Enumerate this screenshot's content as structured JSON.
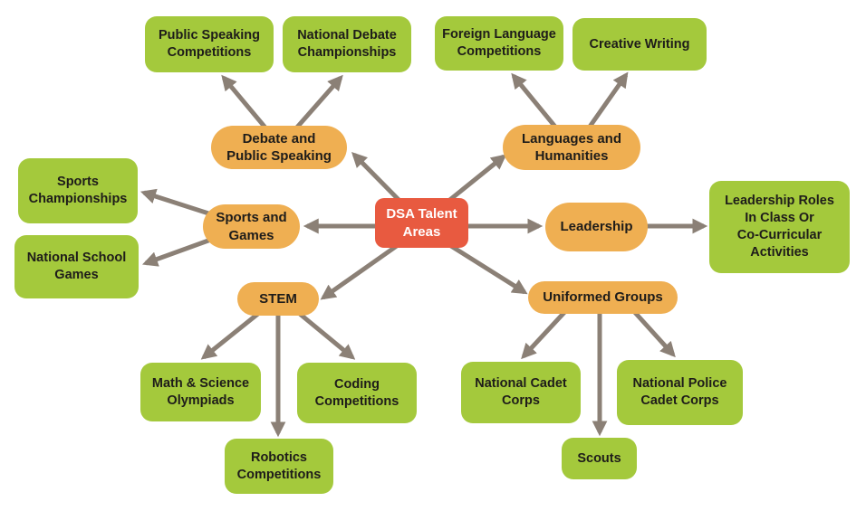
{
  "diagram": {
    "type": "mindmap",
    "background": "#FFFFFF",
    "colors": {
      "center_node": "#E85A40",
      "branch_node": "#EFAF52",
      "leaf_node": "#A4C93C",
      "connector": "#8B8076",
      "text_dark": "#1E1C1A",
      "text_light": "#FFFFFF"
    }
  },
  "nodes": {
    "center": {
      "label": "DSA Talent\nAreas",
      "type": "center"
    },
    "debate": {
      "label": "Debate and\nPublic Speaking",
      "type": "branch"
    },
    "languages": {
      "label": "Languages and\nHumanities",
      "type": "branch"
    },
    "sports": {
      "label": "Sports and\nGames",
      "type": "branch"
    },
    "leadership": {
      "label": "Leadership",
      "type": "branch"
    },
    "stem": {
      "label": "STEM",
      "type": "branch"
    },
    "uniformed": {
      "label": "Uniformed Groups",
      "type": "branch"
    },
    "public_speaking": {
      "label": "Public Speaking\nCompetitions",
      "type": "leaf"
    },
    "national_debate": {
      "label": "National Debate\nChampionships",
      "type": "leaf"
    },
    "foreign_language": {
      "label": "Foreign Language\nCompetitions",
      "type": "leaf"
    },
    "creative_writing": {
      "label": "Creative Writing",
      "type": "leaf"
    },
    "sports_championships": {
      "label": "Sports\nChampionships",
      "type": "leaf"
    },
    "national_school_games": {
      "label": "National School\nGames",
      "type": "leaf"
    },
    "leadership_roles": {
      "label": "Leadership Roles\nIn Class Or\nCo-Curricular\nActivities",
      "type": "leaf"
    },
    "math_science": {
      "label": "Math & Science\nOlympiads",
      "type": "leaf"
    },
    "coding": {
      "label": "Coding\nCompetitions",
      "type": "leaf"
    },
    "robotics": {
      "label": "Robotics\nCompetitions",
      "type": "leaf"
    },
    "national_cadet": {
      "label": "National Cadet\nCorps",
      "type": "leaf"
    },
    "national_police": {
      "label": "National Police\nCadet Corps",
      "type": "leaf"
    },
    "scouts": {
      "label": "Scouts",
      "type": "leaf"
    }
  },
  "edges": [
    {
      "from": "center",
      "to": "debate"
    },
    {
      "from": "center",
      "to": "languages"
    },
    {
      "from": "center",
      "to": "sports"
    },
    {
      "from": "center",
      "to": "leadership"
    },
    {
      "from": "center",
      "to": "stem"
    },
    {
      "from": "center",
      "to": "uniformed"
    },
    {
      "from": "debate",
      "to": "public_speaking"
    },
    {
      "from": "debate",
      "to": "national_debate"
    },
    {
      "from": "languages",
      "to": "foreign_language"
    },
    {
      "from": "languages",
      "to": "creative_writing"
    },
    {
      "from": "sports",
      "to": "sports_championships"
    },
    {
      "from": "sports",
      "to": "national_school_games"
    },
    {
      "from": "leadership",
      "to": "leadership_roles"
    },
    {
      "from": "stem",
      "to": "math_science"
    },
    {
      "from": "stem",
      "to": "robotics"
    },
    {
      "from": "stem",
      "to": "coding"
    },
    {
      "from": "uniformed",
      "to": "national_cadet"
    },
    {
      "from": "uniformed",
      "to": "scouts"
    },
    {
      "from": "uniformed",
      "to": "national_police"
    }
  ]
}
